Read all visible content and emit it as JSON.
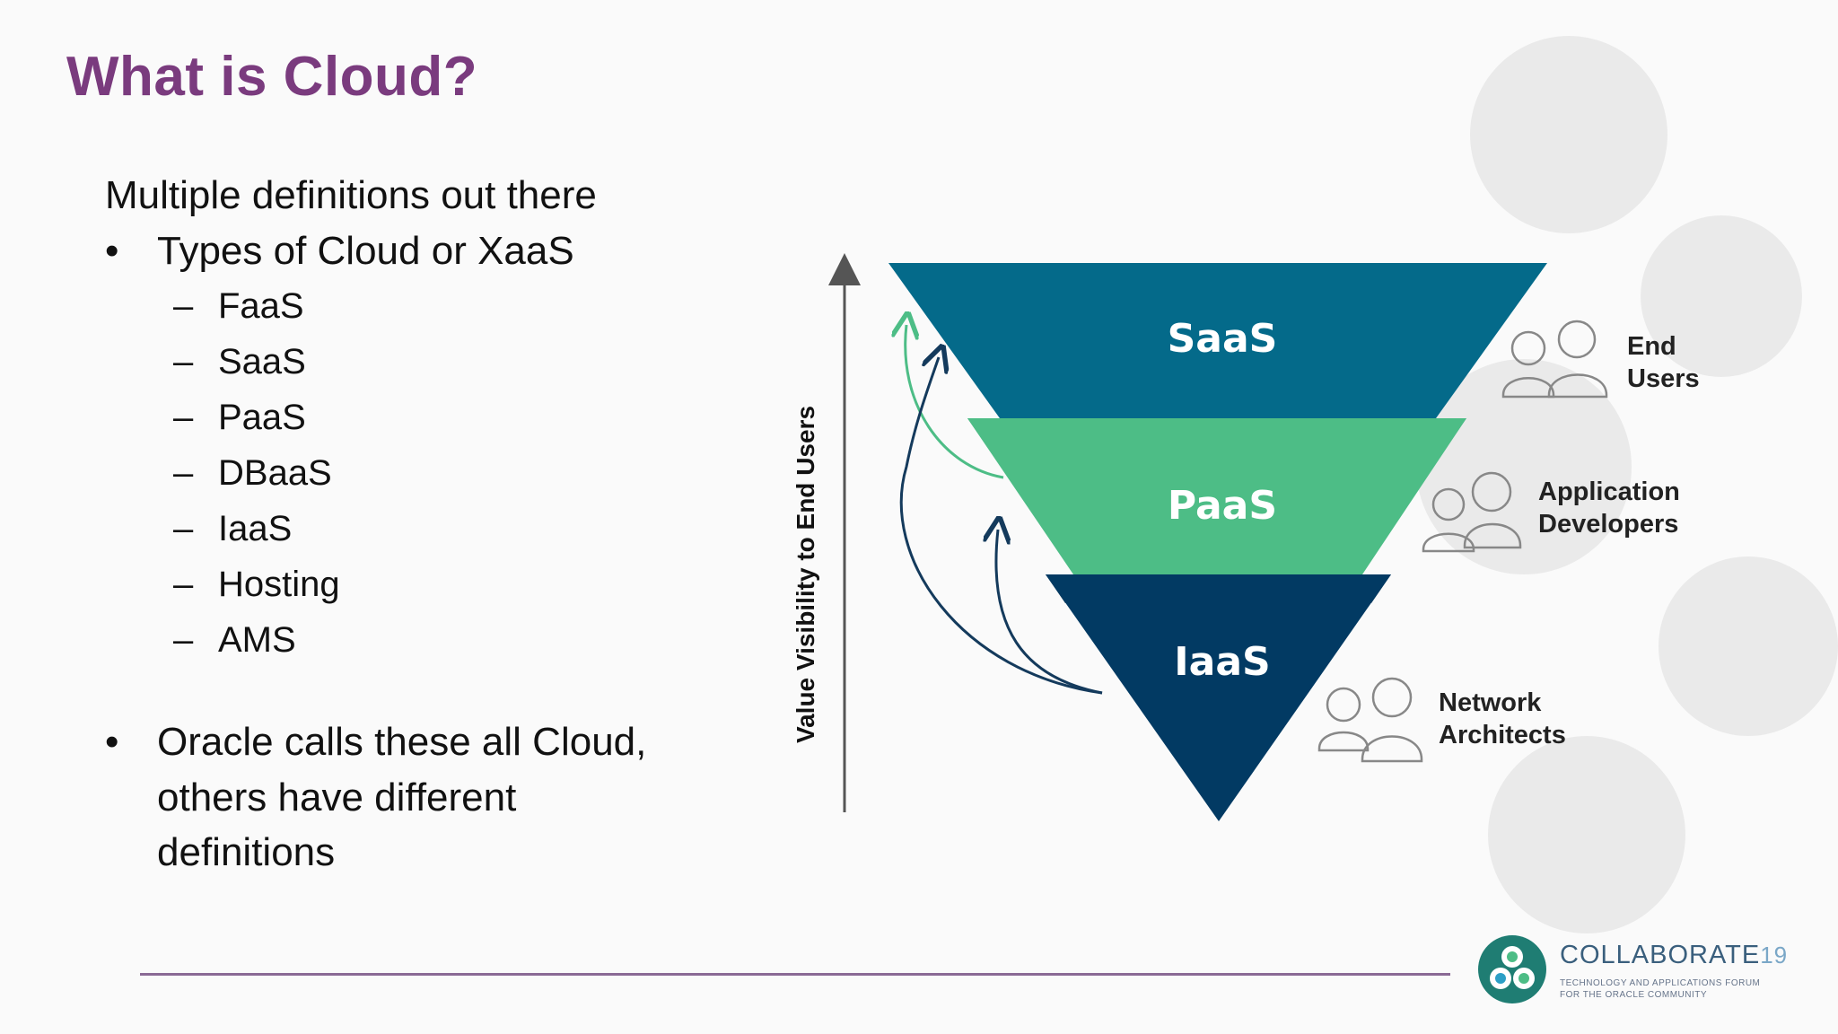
{
  "slide": {
    "title": "What is Cloud?",
    "intro": "Multiple definitions out there",
    "bullet_1": "Types of Cloud or XaaS",
    "sub_items": [
      "FaaS",
      "SaaS",
      "PaaS",
      "DBaaS",
      "IaaS",
      "Hosting",
      "AMS"
    ],
    "bullet_2_lines": [
      "Oracle calls these all Cloud,",
      "others have different",
      "definitions"
    ],
    "bullet_glyph": "•",
    "dash_glyph": "–"
  },
  "diagram": {
    "axis_label": "Value Visibility to End Users",
    "layers": [
      {
        "label": "SaaS",
        "color": "#046a8a"
      },
      {
        "label": "PaaS",
        "color": "#4dbd86"
      },
      {
        "label": "IaaS",
        "color": "#023a63"
      }
    ],
    "roles": [
      {
        "line1": "End",
        "line2": "Users"
      },
      {
        "line1": "Application",
        "line2": "Developers"
      },
      {
        "line1": "Network",
        "line2": "Architects"
      }
    ]
  },
  "footer": {
    "logo_word": "COLLABORATE",
    "logo_number": "19",
    "logo_tagline_1": "TECHNOLOGY AND APPLICATIONS FORUM",
    "logo_tagline_2": "FOR THE ORACLE COMMUNITY"
  },
  "colors": {
    "title": "#7a3b7e",
    "saas": "#046a8a",
    "paas": "#4dbd86",
    "iaas": "#023a63",
    "divider": "#8a6a95"
  }
}
